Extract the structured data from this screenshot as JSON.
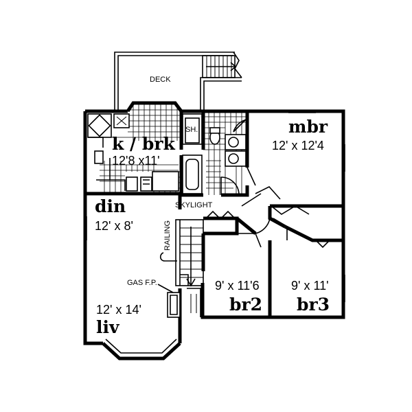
{
  "rooms": {
    "kitchen": {
      "name": "k / brk",
      "size": "12'8 x11'"
    },
    "dining": {
      "name": "din",
      "size": "12' x 8'"
    },
    "living": {
      "name": "liv",
      "size": "12' x 14'"
    },
    "master_bedroom": {
      "name": "mbr",
      "size": "12' x 12'4"
    },
    "bedroom_2": {
      "name": "br2",
      "size": "9' x 11'6"
    },
    "bedroom_3": {
      "name": "br3",
      "size": "9' x 11'"
    }
  },
  "labels": {
    "deck": "DECK",
    "shower": "SH.",
    "skylight": "SKYLIGHT",
    "railing": "RAILING",
    "gas_fireplace": "GAS F.P."
  }
}
